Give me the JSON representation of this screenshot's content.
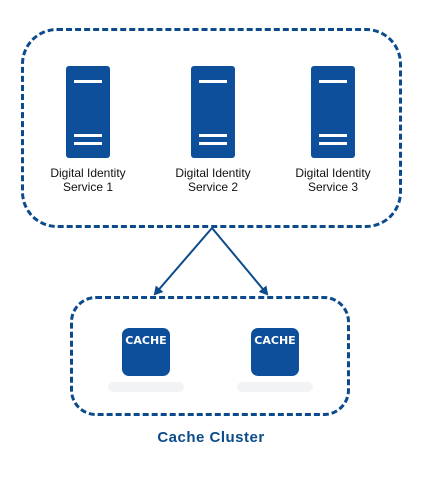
{
  "colors": {
    "primary": "#0b4a8b",
    "server_body": "#0d4f9b",
    "server_lines": "#ffffff",
    "text": "#111111"
  },
  "services": [
    {
      "line1": "Digital Identity",
      "line2": "Service 1",
      "icon": "server-icon"
    },
    {
      "line1": "Digital Identity",
      "line2": "Service 2",
      "icon": "server-icon"
    },
    {
      "line1": "Digital Identity",
      "line2": "Service 3",
      "icon": "server-icon"
    }
  ],
  "caches": [
    {
      "label": "CACHE",
      "icon": "cache-icon"
    },
    {
      "label": "CACHE",
      "icon": "cache-icon"
    }
  ],
  "cluster_title": "Cache Cluster"
}
